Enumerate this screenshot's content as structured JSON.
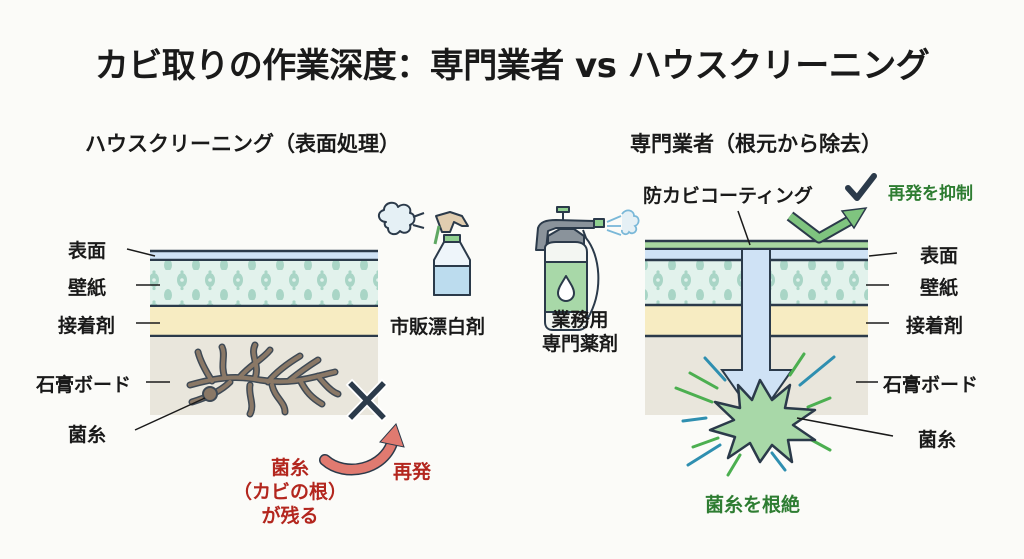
{
  "title": "カビ取りの作業深度：専門業者 vs ハウスクリーニング",
  "left_panel": {
    "heading": "ハウスクリーニング（表面処理）",
    "layers": [
      "表面",
      "壁紙",
      "接着剤",
      "石膏ボード"
    ],
    "mycelium_label": "菌糸",
    "product_label": "市販漂白剤",
    "result_label_lines": [
      "菌糸",
      "（カビの根）",
      "が残る"
    ],
    "recurrence_label": "再発",
    "result_icon": "x-mark-icon"
  },
  "right_panel": {
    "heading": "専門業者（根元から除去）",
    "coating_label": "防カビコーティング",
    "check_label": "再発を抑制",
    "layers": [
      "表面",
      "壁紙",
      "接着剤",
      "石膏ボード"
    ],
    "mycelium_label": "菌糸",
    "product_label_lines": [
      "業務用",
      "専門薬剤"
    ],
    "result_label": "菌糸を根絶",
    "result_icon": "check-mark-icon"
  },
  "colors": {
    "surface": "#cfe2f5",
    "wallpaper": "#e2f2ec",
    "adhesive": "#f7ecc2",
    "gypsum": "#e9e6dc",
    "coating": "#a8d8a0",
    "line": "#2b3a4a",
    "red_text": "#b3261e",
    "green_text": "#2e7d32"
  }
}
